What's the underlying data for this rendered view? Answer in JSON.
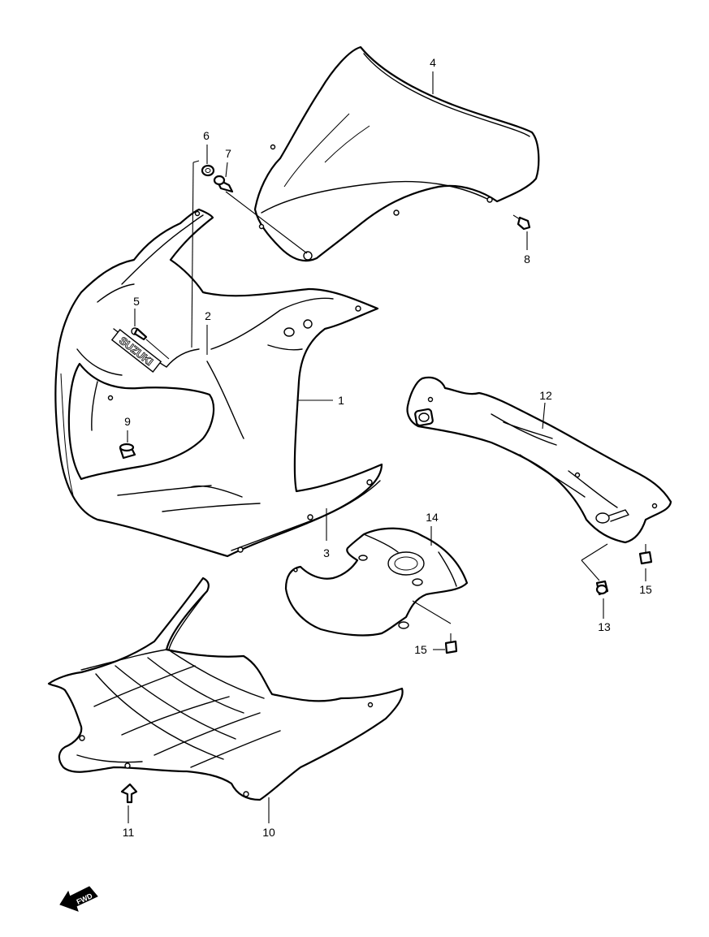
{
  "brand_logo_text": "SUZUKI",
  "fwd_arrow_text": "FWD",
  "callouts": [
    {
      "id": "1",
      "label": "1"
    },
    {
      "id": "2",
      "label": "2"
    },
    {
      "id": "3",
      "label": "3"
    },
    {
      "id": "4",
      "label": "4"
    },
    {
      "id": "5",
      "label": "5"
    },
    {
      "id": "6",
      "label": "6"
    },
    {
      "id": "7",
      "label": "7"
    },
    {
      "id": "8",
      "label": "8"
    },
    {
      "id": "9",
      "label": "9"
    },
    {
      "id": "10",
      "label": "10"
    },
    {
      "id": "11",
      "label": "11"
    },
    {
      "id": "12",
      "label": "12"
    },
    {
      "id": "13",
      "label": "13"
    },
    {
      "id": "14",
      "label": "14"
    },
    {
      "id": "15a",
      "label": "15"
    },
    {
      "id": "15b",
      "label": "15"
    }
  ]
}
